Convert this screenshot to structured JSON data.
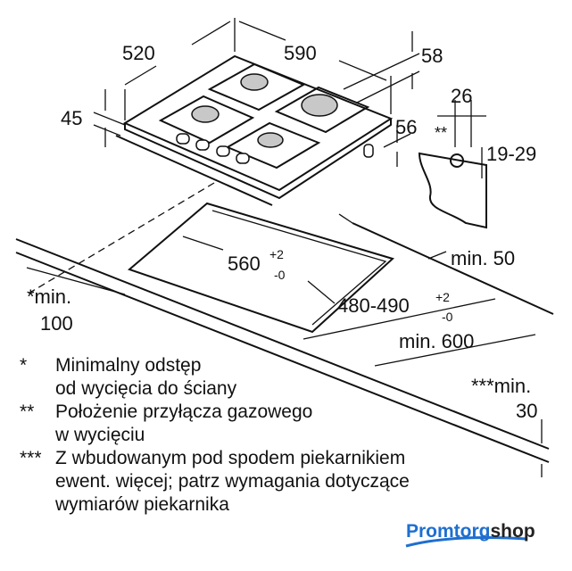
{
  "dimensions": {
    "depth": "520",
    "width": "590",
    "right_height": "58",
    "hob_height": "45",
    "side_offset": "26",
    "gas_height": "56",
    "gas_mark": "**",
    "worktop_thickness": "19-29",
    "min_back": "min. 50",
    "cutout_width": "560",
    "cutout_width_tol_plus": "+2",
    "cutout_width_tol_minus": "-0",
    "cutout_depth": "480-490",
    "cutout_depth_tol_plus": "+2",
    "cutout_depth_tol_minus": "-0",
    "min_wall_label": "*min.",
    "min_wall_value": "100",
    "min_front": "min. 600",
    "min_below_label": "***min.",
    "min_below_value": "30"
  },
  "notes": [
    {
      "mark": "*",
      "lines": [
        "Minimalny odstęp",
        "od wycięcia do ściany"
      ]
    },
    {
      "mark": "**",
      "lines": [
        "Położenie przyłącza gazowego",
        "w wycięciu"
      ]
    },
    {
      "mark": "***",
      "lines": [
        "Z wbudowanym pod spodem piekarnikiem",
        "ewent. więcej; patrz wymagania dotyczące",
        "wymiarów piekarnika"
      ]
    }
  ],
  "logo": {
    "part1": "Promtorg",
    "part2": "shop"
  },
  "colors": {
    "logo_blue": "#1e6fd0",
    "burner_gray": "#c8c8c8"
  }
}
